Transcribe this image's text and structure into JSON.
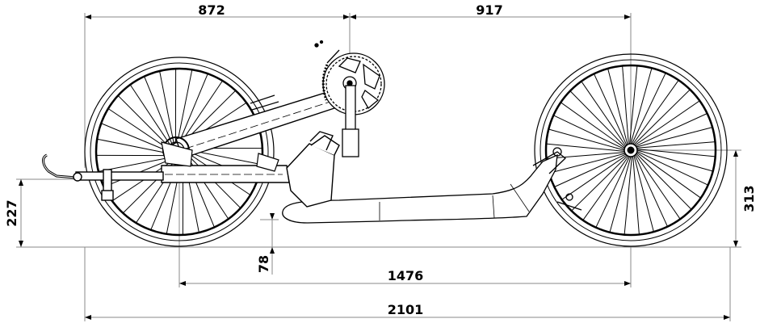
{
  "drawing": {
    "colors": {
      "line": "#000000",
      "dim_line": "#8a8a8a",
      "background": "#ffffff"
    },
    "dimensions": {
      "front_to_crank": "872",
      "crank_to_rear_axle": "917",
      "handle_height": "227",
      "rear_axle_height": "313",
      "ground_clearance": "78",
      "wheelbase": "1476",
      "overall_length": "2101"
    }
  }
}
